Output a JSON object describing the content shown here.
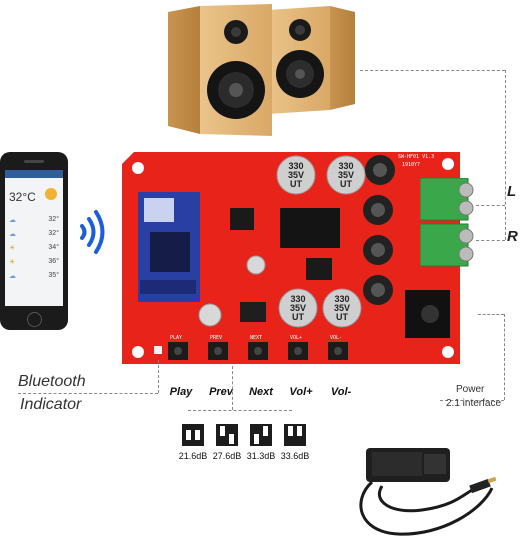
{
  "labels": {
    "bluetooth_line1": "Bluetooth",
    "bluetooth_line2": "Indicator",
    "channel_left": "L",
    "channel_right": "R",
    "power_line1": "Power",
    "power_line2": "2.1 interface"
  },
  "buttons": [
    {
      "id": "play",
      "label": "Play"
    },
    {
      "id": "prev",
      "label": "Prev"
    },
    {
      "id": "next",
      "label": "Next"
    },
    {
      "id": "vol-up",
      "label": "Vol+"
    },
    {
      "id": "vol-down",
      "label": "Vol-"
    }
  ],
  "gain_settings": [
    "21.6dB",
    "27.6dB",
    "31.3dB",
    "33.6dB"
  ],
  "board": {
    "model": "SW-HF01 V1.3",
    "date": "1910Y7",
    "capacitor_text": [
      "330",
      "35V",
      "UT"
    ],
    "silk_labels": [
      "PLAY",
      "PREV",
      "NEXT",
      "VOL+",
      "VOL-"
    ]
  },
  "phone": {
    "temperature": "32°C",
    "rows": [
      "32°",
      "32°",
      "34°",
      "36°",
      "35°"
    ]
  },
  "colors": {
    "board_red": "#e8231a",
    "terminal_green": "#3aa84a",
    "wood": "#e2b878",
    "label_blue": "#2a2a2a"
  }
}
